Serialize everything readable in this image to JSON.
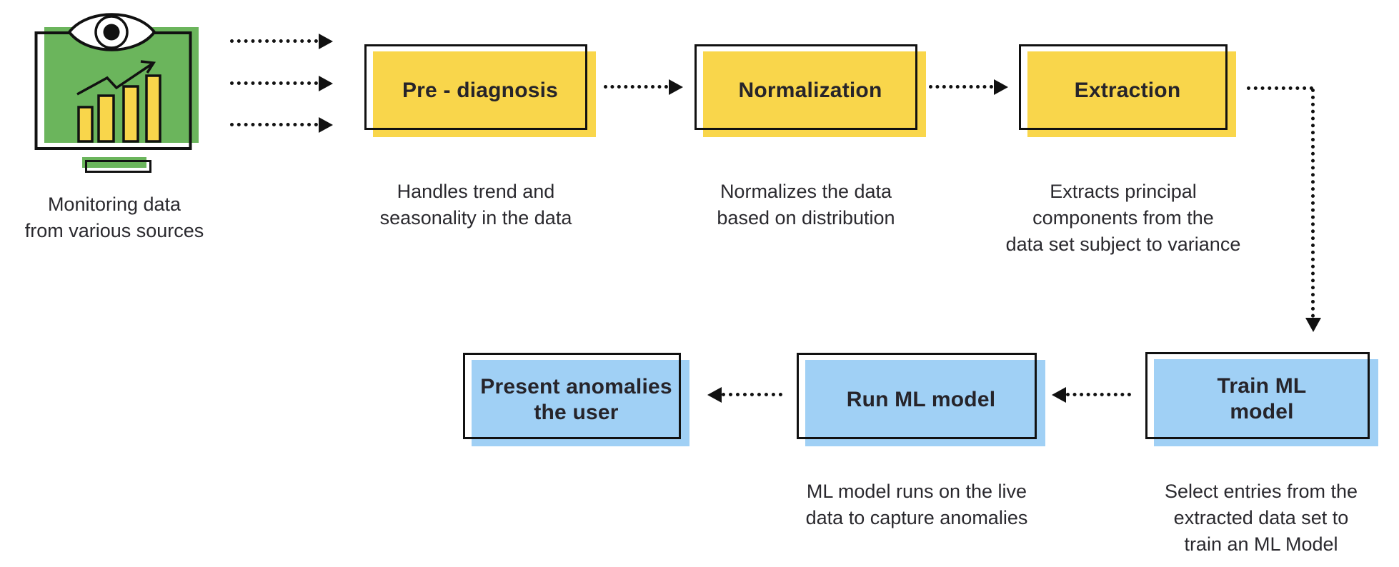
{
  "colors": {
    "node_yellow": "#F9D64B",
    "node_blue": "#A0D0F5",
    "icon_green": "#6BB55C",
    "bar_yellow": "#F9D64B",
    "line_black": "#111111",
    "text_dark": "#2A292E"
  },
  "source": {
    "caption": "Monitoring data\nfrom various sources"
  },
  "nodes": [
    {
      "title": "Pre - diagnosis",
      "caption": "Handles trend and\nseasonality in the data"
    },
    {
      "title": "Normalization",
      "caption": "Normalizes the data\nbased on distribution"
    },
    {
      "title": "Extraction",
      "caption": "Extracts principal\ncomponents from the\ndata set subject to variance"
    },
    {
      "title": "Train ML\nmodel",
      "caption": "Select entries from the\nextracted data set to\ntrain an ML Model"
    },
    {
      "title": "Run ML model",
      "caption": "ML model runs on the live\ndata to capture anomalies"
    },
    {
      "title": "Present anomalies\nthe user",
      "caption": ""
    }
  ]
}
